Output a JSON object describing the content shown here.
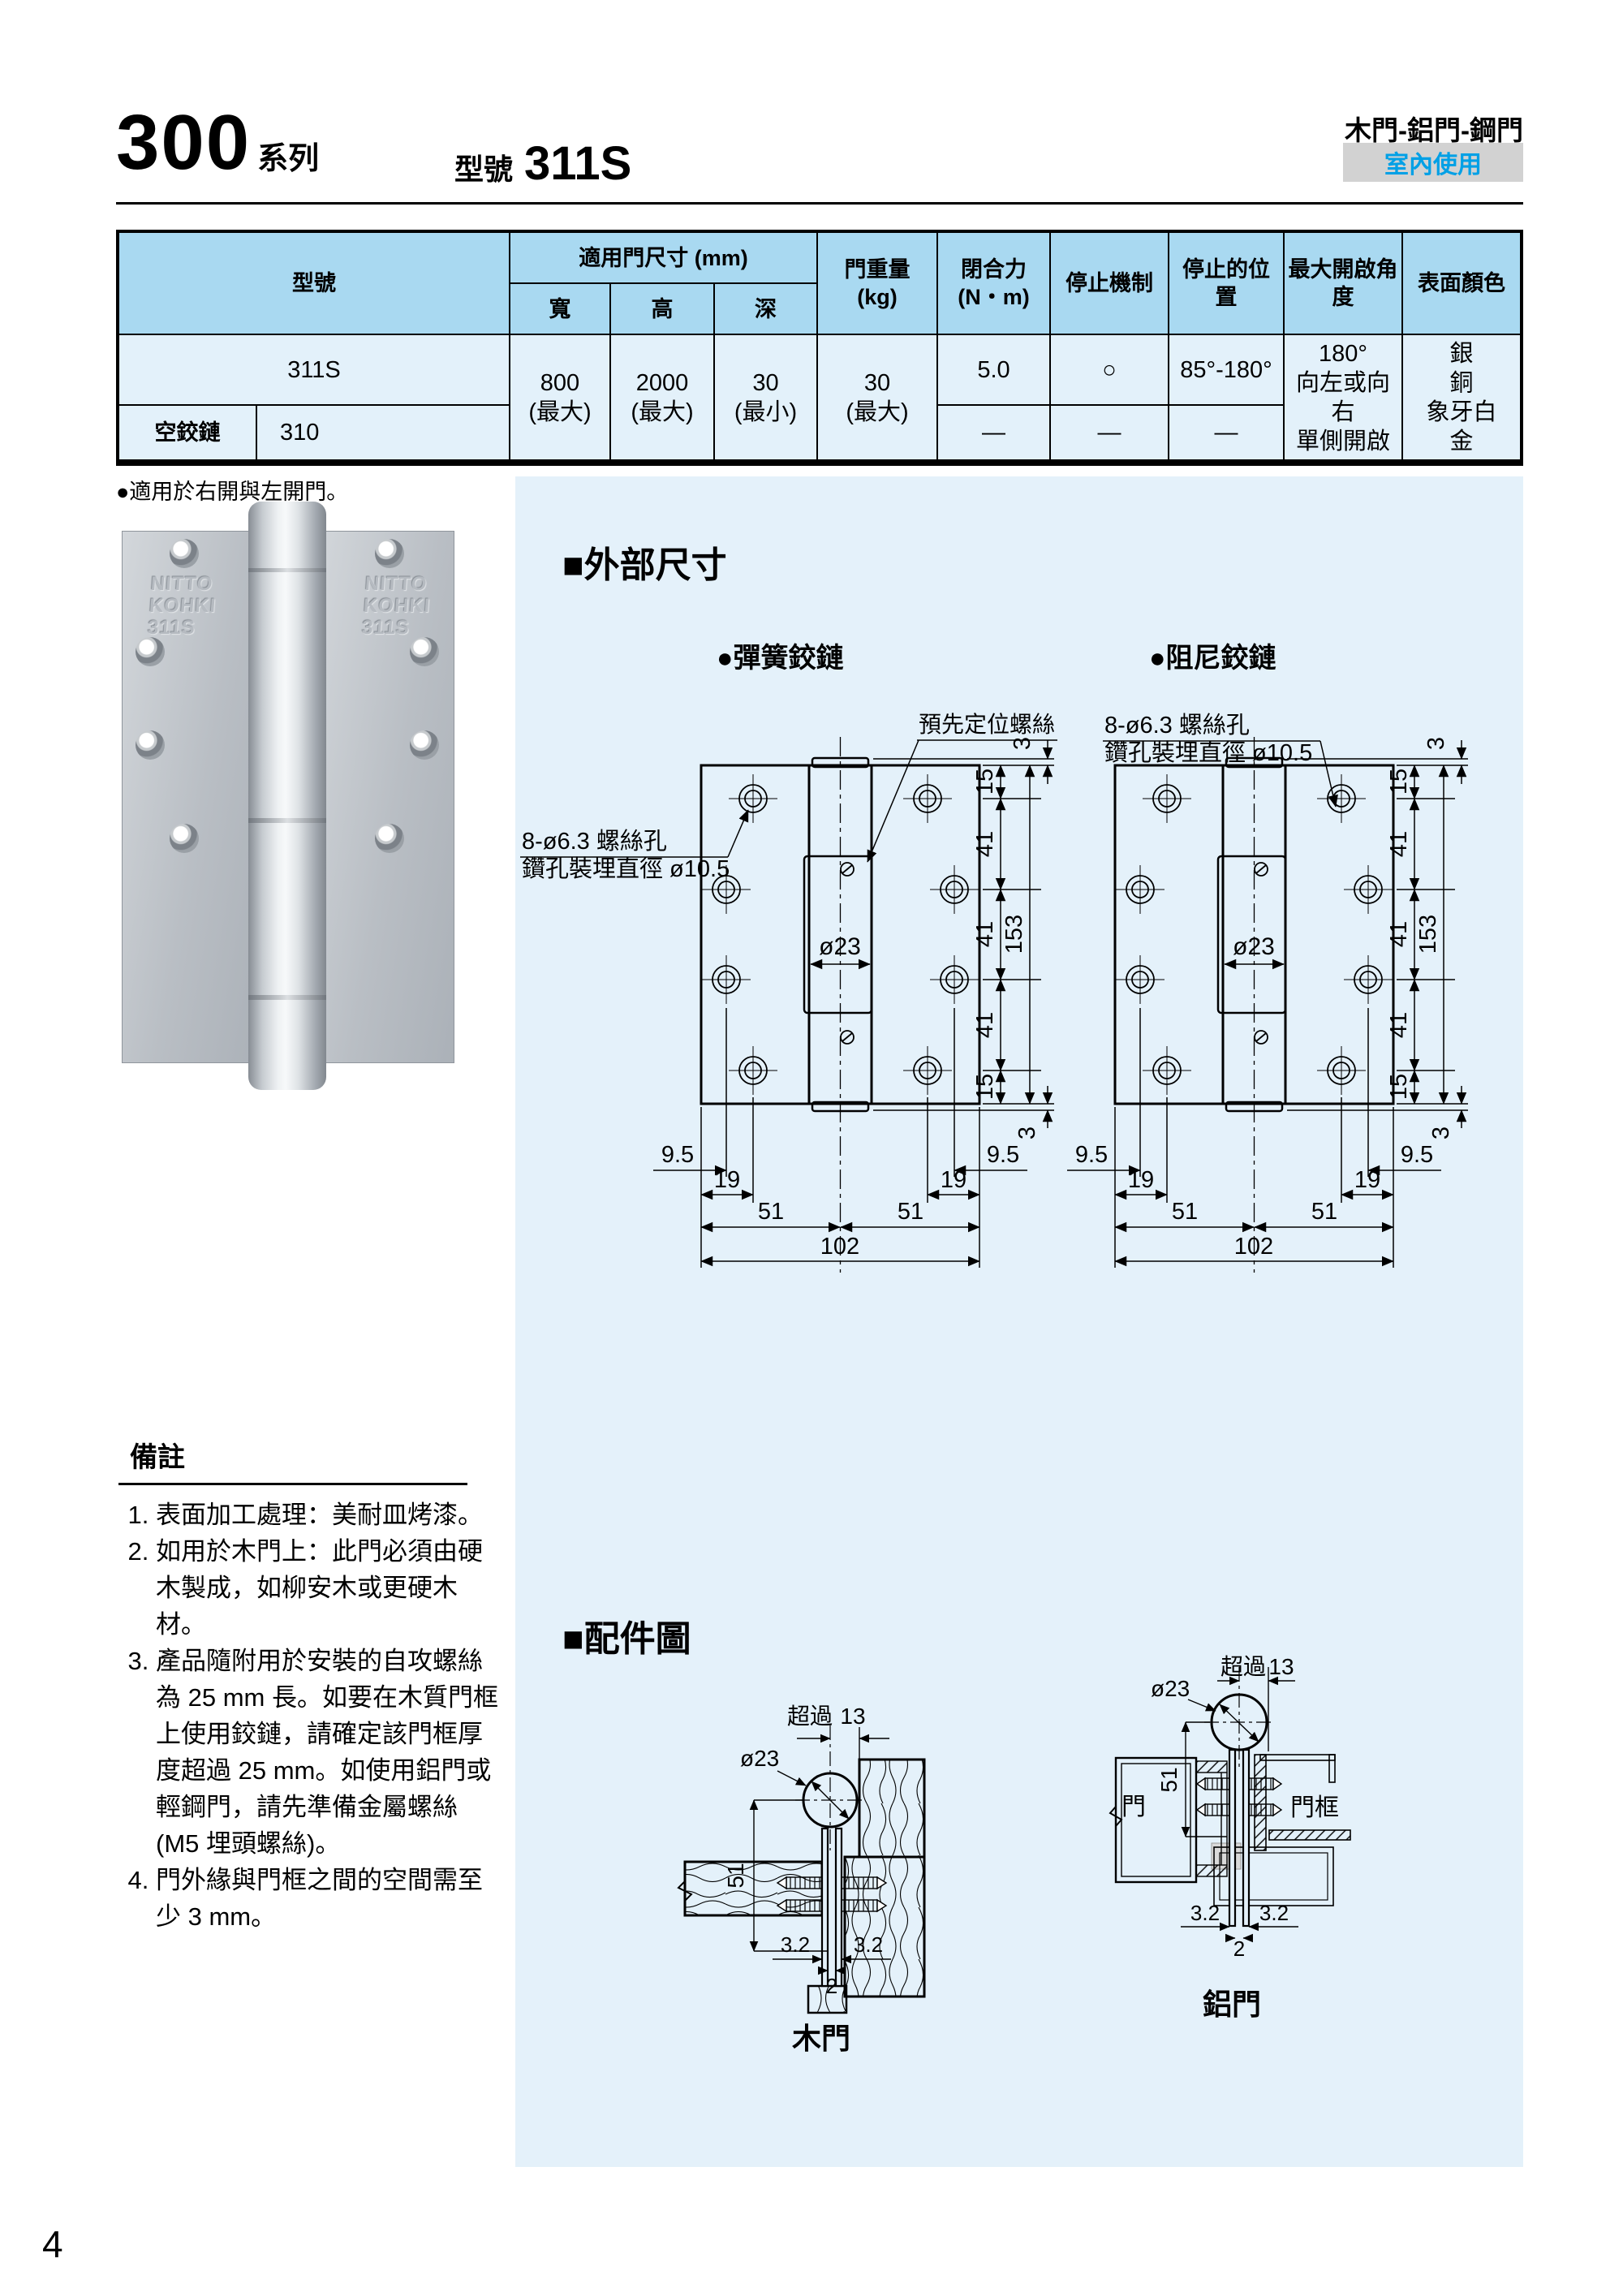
{
  "page": {
    "number": "4"
  },
  "header": {
    "series_number": "300",
    "series_suffix": "系列",
    "model_label": "型號",
    "model_number": "311S",
    "door_types": "木門-鋁門-鋼門",
    "indoor_badge": "室內使用"
  },
  "colors": {
    "accent_blue": "#00a0e6",
    "table_header_bg": "#a9d9f1",
    "table_body_bg": "#e3f1fa",
    "panel_bg": "#e4f1fa",
    "badge_bg": "#d2d2d2"
  },
  "spec_table": {
    "col_model": "型號",
    "col_door_size": "適用門尺寸 (mm)",
    "col_width": "寬",
    "col_height": "高",
    "col_depth": "深",
    "col_door_weight_1": "門重量",
    "col_door_weight_2": "(kg)",
    "col_closing_force_1": "閉合力",
    "col_closing_force_2": "(N・m)",
    "col_stop_mechanism": "停止機制",
    "col_stop_position": "停止的位置",
    "col_max_angle": "最大開啟角度",
    "col_surface_color": "表面顏色",
    "row1_model": "311S",
    "row2_label": "空鉸鏈",
    "row2_model": "310",
    "width_value_1": "800",
    "width_value_2": "(最大)",
    "height_value_1": "2000",
    "height_value_2": "(最大)",
    "depth_value_1": "30",
    "depth_value_2": "(最小)",
    "weight_value_1": "30",
    "weight_value_2": "(最大)",
    "row1_closing_force": "5.0",
    "row1_stop_mechanism": "○",
    "row1_stop_position": "85°-180°",
    "row2_closing_force": "—",
    "row2_stop_mechanism": "—",
    "row2_stop_position": "—",
    "max_angle_1": "180°",
    "max_angle_2": "向左或向右",
    "max_angle_3": "單側開啟",
    "surface_1": "銀",
    "surface_2": "銅",
    "surface_3": "象牙白",
    "surface_4": "金",
    "footnote": "●適用於右開與左開門。"
  },
  "photo": {
    "brand_1": "NITTO",
    "brand_2": "KOHKI",
    "brand_3": "311S"
  },
  "outer_dims": {
    "title": "■外部尺寸",
    "spring_label": "●彈簧鉸鏈",
    "damper_label": "●阻尼鉸鏈",
    "preset_screw": "預先定位螺絲",
    "screw_holes_1": "8-ø6.3 螺絲孔",
    "screw_holes_2": "鑽孔裝埋直徑 ø10.5",
    "dia23": "ø23",
    "d3": "3",
    "d15": "15",
    "d41": "41",
    "d153": "153",
    "d95": "9.5",
    "d19": "19",
    "d51": "51",
    "d102": "102"
  },
  "notes": {
    "title": "備註",
    "item1": "表面加工處理：美耐皿烤漆。",
    "item2": "如用於木門上：此門必須由硬木製成，如柳安木或更硬木材。",
    "item3": "產品隨附用於安裝的自攻螺絲為 25 mm 長。如要在木質門框上使用鉸鏈，請確定該門框厚度超過 25 mm。如使用鋁門或輕鋼門，請先準備金屬螺絲 (M5 埋頭螺絲)。",
    "item4": "門外緣與門框之間的空間需至少 3 mm。"
  },
  "accessories": {
    "title": "■配件圖",
    "over": "超過",
    "d13": "13",
    "dia23": "ø23",
    "d51": "51",
    "d32": "3.2",
    "d2": "2",
    "door_label": "門",
    "frame_label": "門框",
    "wood_door_label": "木門",
    "alu_door_label": "鋁門"
  }
}
